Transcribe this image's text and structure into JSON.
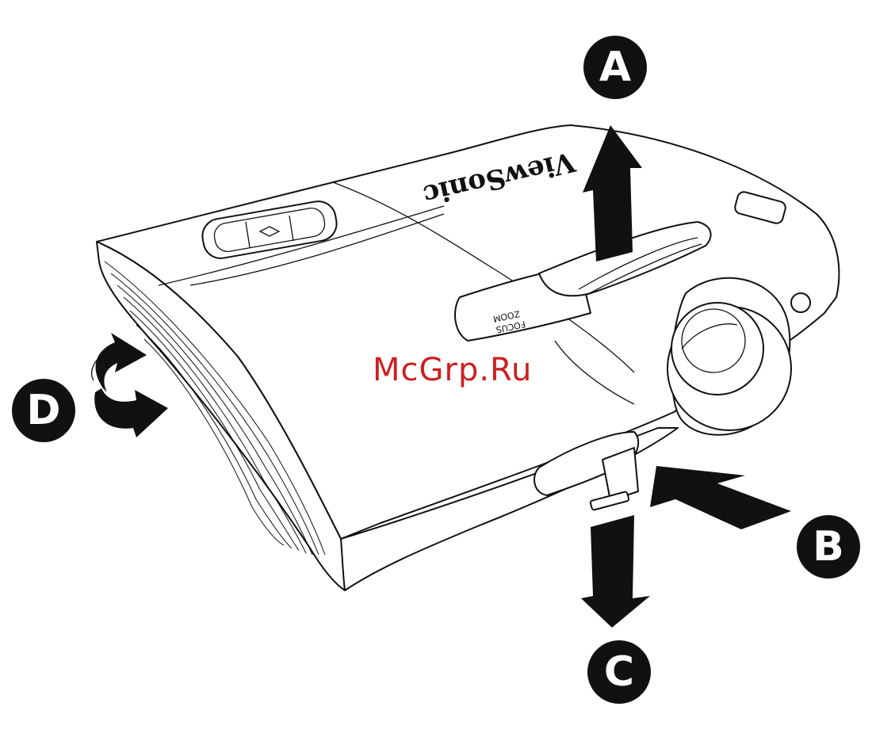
{
  "brand": {
    "name": "ViewSonic"
  },
  "slider_labels": {
    "zoom": "ZOOM",
    "focus": "FOCUS"
  },
  "watermark": {
    "text": "McGrp.Ru",
    "color": "#cc2020"
  },
  "callouts": [
    {
      "id": "A",
      "label": "A",
      "direction": "up"
    },
    {
      "id": "B",
      "label": "B",
      "direction": "push-in"
    },
    {
      "id": "C",
      "label": "C",
      "direction": "down"
    },
    {
      "id": "D",
      "label": "D",
      "direction": "rotate"
    }
  ],
  "colors": {
    "ink": "#111111",
    "background": "#ffffff"
  }
}
